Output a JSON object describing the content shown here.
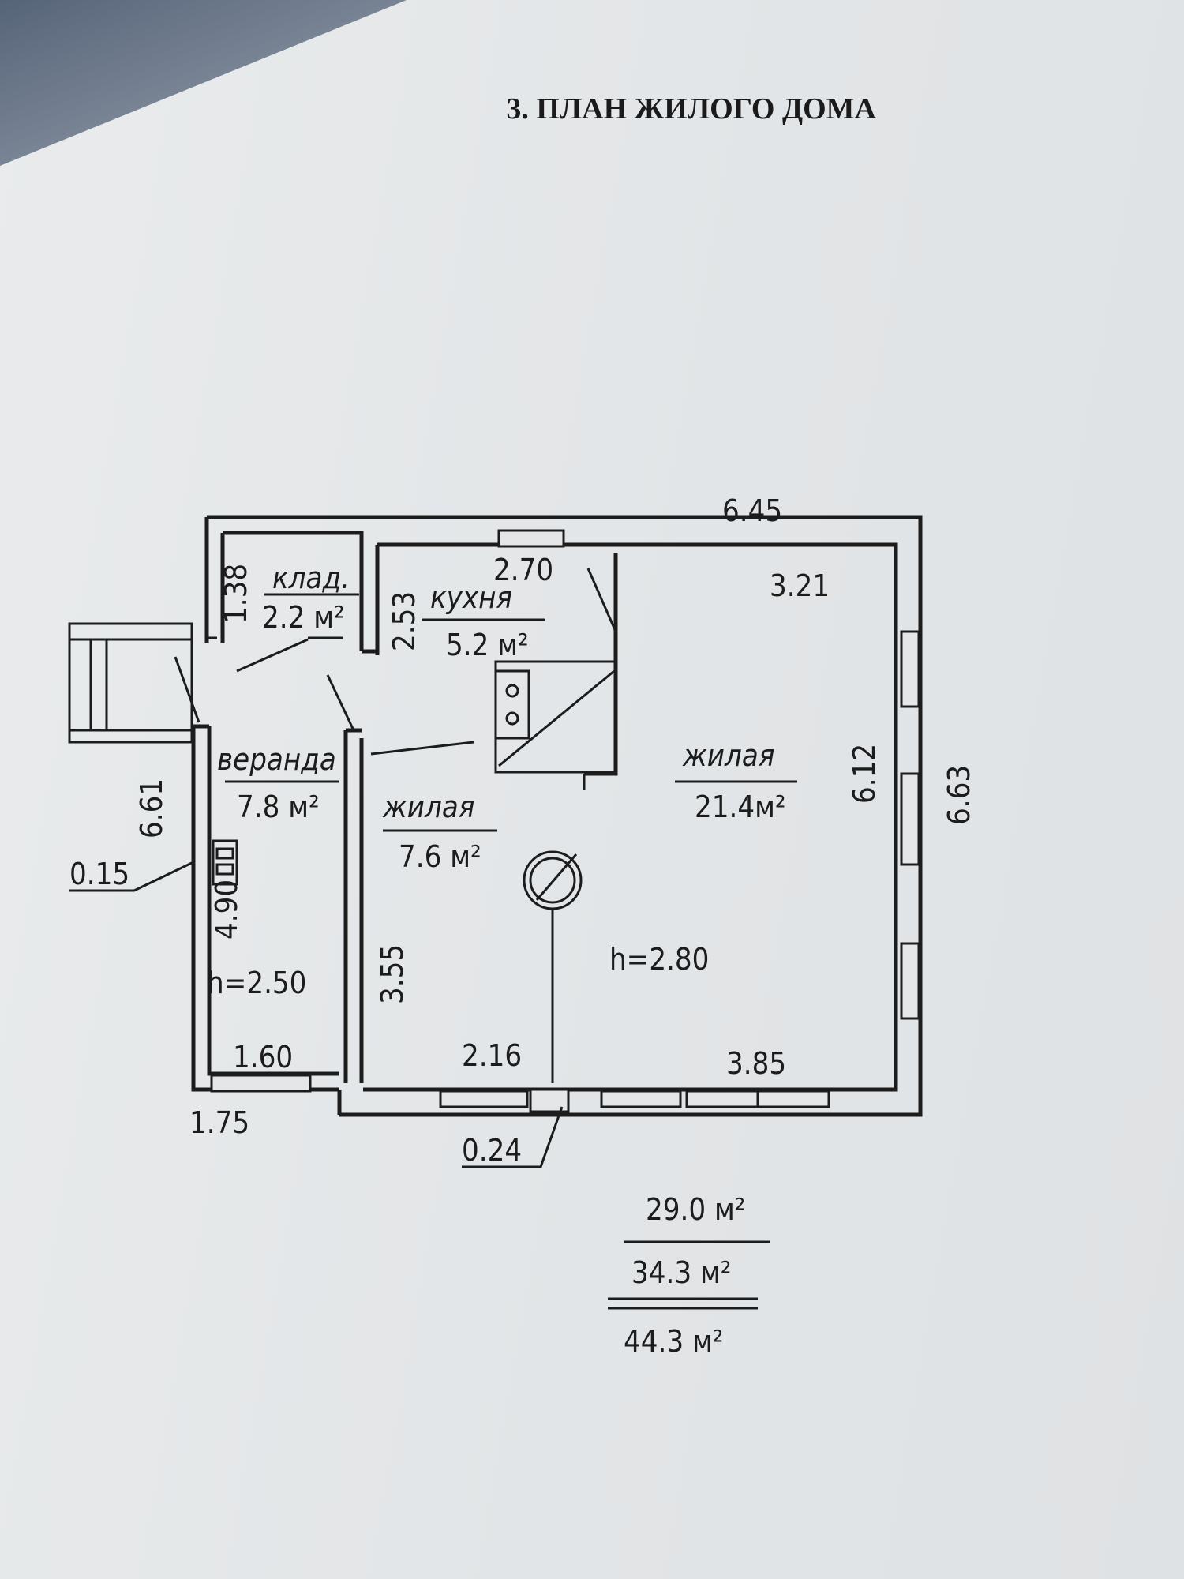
{
  "title": "3. ПЛАН ЖИЛОГО ДОМА",
  "rooms": {
    "klad": {
      "name": "клад.",
      "area": "2.2 м²"
    },
    "kitchen": {
      "name": "кухня",
      "area": "5.2 м²"
    },
    "veranda": {
      "name": "веранда",
      "area": "7.8 м²"
    },
    "living_small": {
      "name": "жилая",
      "area": "7.6 м²"
    },
    "living_large": {
      "name": "жилая",
      "area": "21.4м²"
    }
  },
  "dimensions": {
    "top_total": "6.45",
    "kitchen_width": "2.70",
    "room_large_width": "3.21",
    "klad_height": "1.38",
    "kitchen_height": "2.53",
    "left_total": "6.61",
    "wall_thickness_left": "0.15",
    "veranda_height": "4.90",
    "room_small_height": "3.55",
    "room_large_height": "6.12",
    "right_total": "6.63",
    "veranda_width": "1.60",
    "veranda_outer_width": "1.75",
    "room_small_width": "2.16",
    "room_large_bottom_width": "3.85",
    "wall_thickness_bottom": "0.24"
  },
  "heights": {
    "veranda": "h=2.50",
    "main": "h=2.80"
  },
  "summary": {
    "living_area": "29.0 м²",
    "usable_area": "34.3 м²",
    "total_area": "44.3 м²"
  }
}
